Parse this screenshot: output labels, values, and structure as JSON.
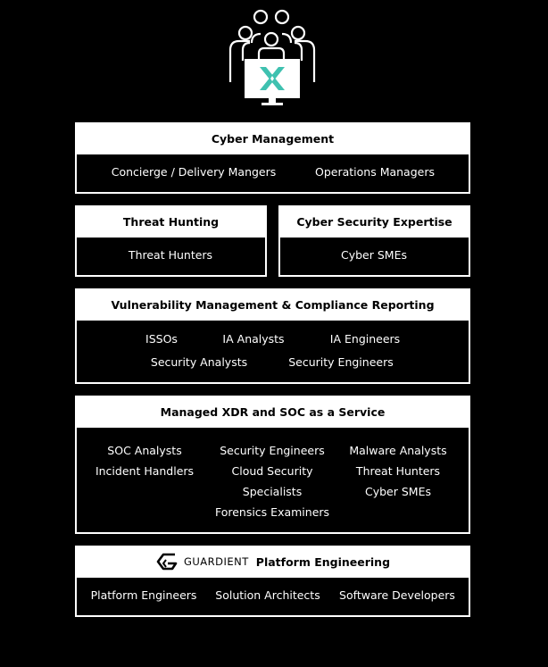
{
  "colors": {
    "background": "#000000",
    "accent": "#3fc1b0",
    "panel_header": "#ffffff"
  },
  "sections": {
    "cyber_management": {
      "title": "Cyber Management",
      "items": [
        "Concierge / Delivery Mangers",
        "Operations Managers"
      ]
    },
    "threat_hunting": {
      "title": "Threat Hunting",
      "items": [
        "Threat Hunters"
      ]
    },
    "cyber_security_expertise": {
      "title": "Cyber Security Expertise",
      "items": [
        "Cyber SMEs"
      ]
    },
    "vulnerability": {
      "title": "Vulnerability Management & Compliance Reporting",
      "items": [
        "ISSOs",
        "IA Analysts",
        "IA Engineers",
        "Security Analysts",
        "Security Engineers"
      ]
    },
    "managed_xdr": {
      "title": "Managed XDR and SOC as a Service",
      "col1": [
        "SOC Analysts",
        "Incident Handlers"
      ],
      "col2": [
        "Security Engineers",
        "Cloud Security",
        "Specialists",
        "Forensics Examiners"
      ],
      "col3": [
        "Malware Analysts",
        "Threat Hunters",
        "Cyber SMEs"
      ]
    },
    "platform_engineering": {
      "logo_text": "GUARDIENT",
      "title": "Platform Engineering",
      "items": [
        "Platform Engineers",
        "Solution Architects",
        "Software Developers"
      ]
    }
  },
  "icons": {
    "top": "team-at-monitor-icon",
    "logo": "guardient-g-logo-icon"
  }
}
